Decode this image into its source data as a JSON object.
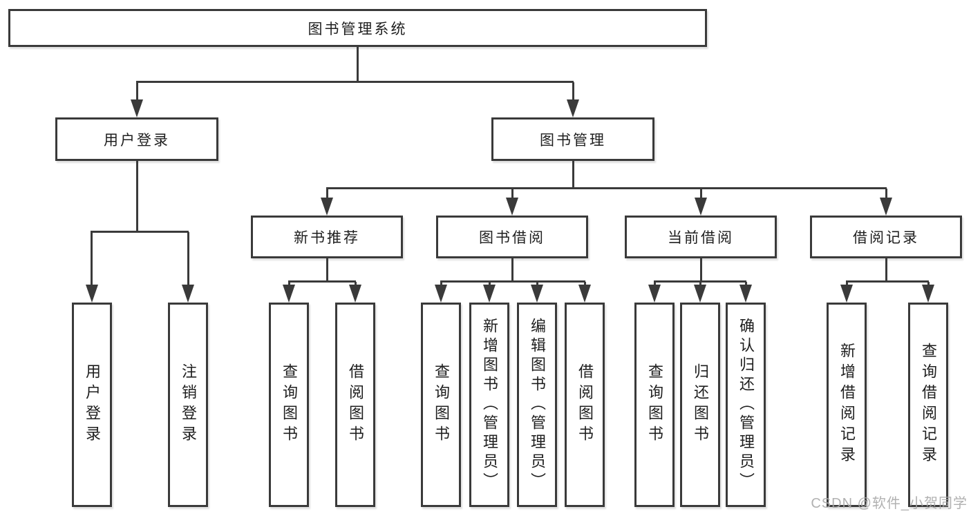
{
  "watermark": "CSDN @软件_小贺同学",
  "colors": {
    "line": "#3a3a3a",
    "text": "#1e1e1e",
    "background": "#ffffff",
    "watermark": "#a9a9a9"
  },
  "tree": {
    "root": {
      "label": "图书管理系统"
    },
    "level2": [
      {
        "label": "用户登录"
      },
      {
        "label": "图书管理"
      }
    ],
    "level3": [
      {
        "label": "新书推荐"
      },
      {
        "label": "图书借阅"
      },
      {
        "label": "当前借阅"
      },
      {
        "label": "借阅记录"
      }
    ],
    "leaves": {
      "user_login": [
        {
          "label": "用户登录"
        },
        {
          "label": "注销登录"
        }
      ],
      "new_book": [
        {
          "label": "查询图书"
        },
        {
          "label": "借阅图书"
        }
      ],
      "book_borrow": [
        {
          "label": "查询图书"
        },
        {
          "label": "新增图书（管理员）"
        },
        {
          "label": "编辑图书（管理员）"
        },
        {
          "label": "借阅图书"
        }
      ],
      "current_borrow": [
        {
          "label": "查询图书"
        },
        {
          "label": "归还图书"
        },
        {
          "label": "确认归还（管理员）"
        }
      ],
      "borrow_record": [
        {
          "label": "新增借阅记录"
        },
        {
          "label": "查询借阅记录"
        }
      ]
    }
  }
}
